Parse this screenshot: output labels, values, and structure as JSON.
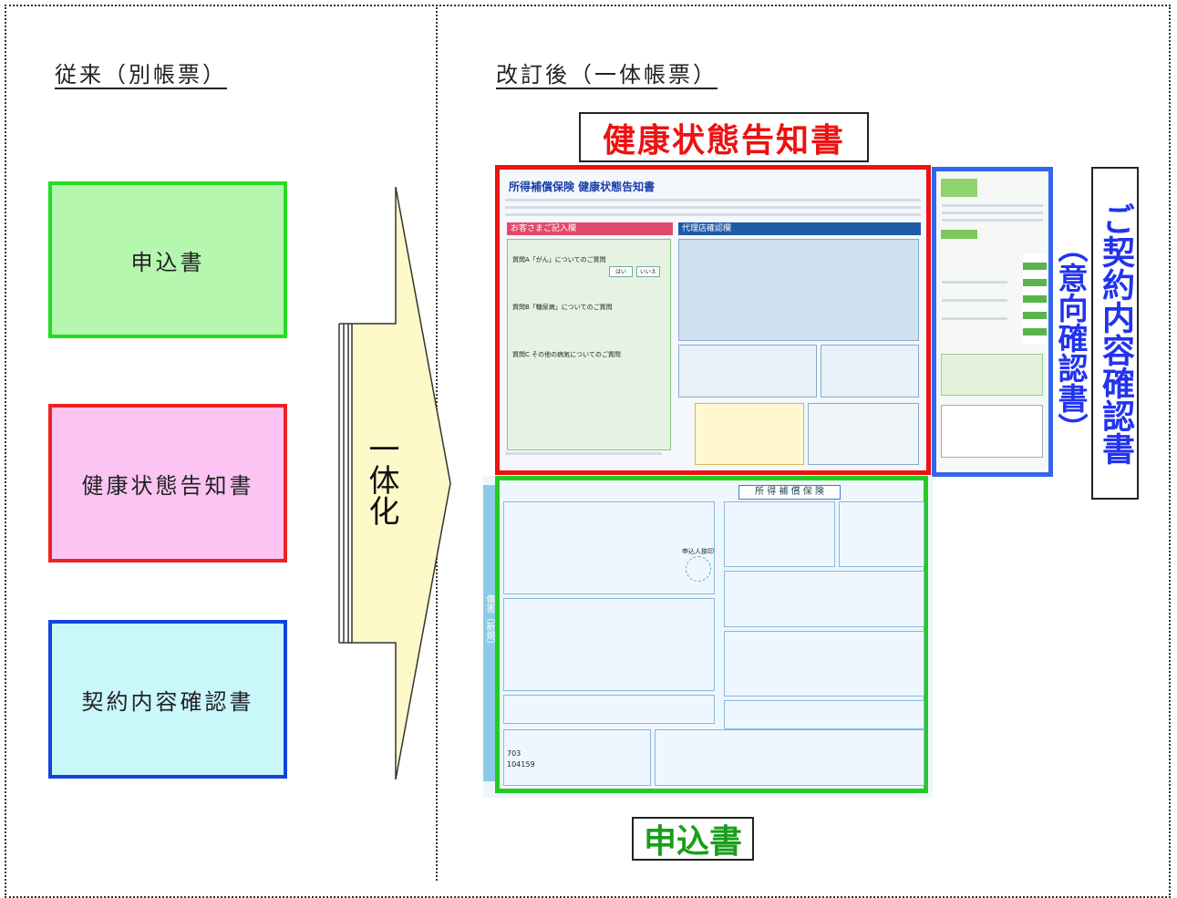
{
  "left_column": {
    "heading": "従来（別帳票）",
    "boxes": [
      {
        "label": "申込書",
        "border": "#22dd22",
        "fill": "#b6f7b0"
      },
      {
        "label": "健康状態告知書",
        "border": "#ee2222",
        "fill": "#fbc4f2"
      },
      {
        "label": "契約内容確認書",
        "border": "#1144dd",
        "fill": "#c9f7fa"
      }
    ]
  },
  "arrow": {
    "label": "一体化",
    "fill": "#fef9c8"
  },
  "right_column": {
    "heading": "改訂後（一体帳票）",
    "labels": {
      "health": "健康状態告知書",
      "application": "申込書",
      "contract": "ご契約内容確認書",
      "intent": "（意向確認書）"
    },
    "form_health": {
      "title": "所得補償保険 健康状態告知書",
      "section_left": "お客さまご記入欄",
      "section_right": "代理店確認欄",
      "q1": "質問A「がん」についてのご質問",
      "q2": "質問B「糖尿病」についてのご質問",
      "q3": "質問C その他の病気についてのご質問",
      "yes": "はい",
      "no": "いいえ"
    },
    "form_application": {
      "title": "所 得 補 償 保 険",
      "side_text": "傷害（新規）",
      "applicant": "申込人捺印",
      "code1": "703",
      "code2": "104159"
    },
    "colors": {
      "red": "#ee1111",
      "green": "#22cc22",
      "blue": "#3366ee"
    }
  }
}
